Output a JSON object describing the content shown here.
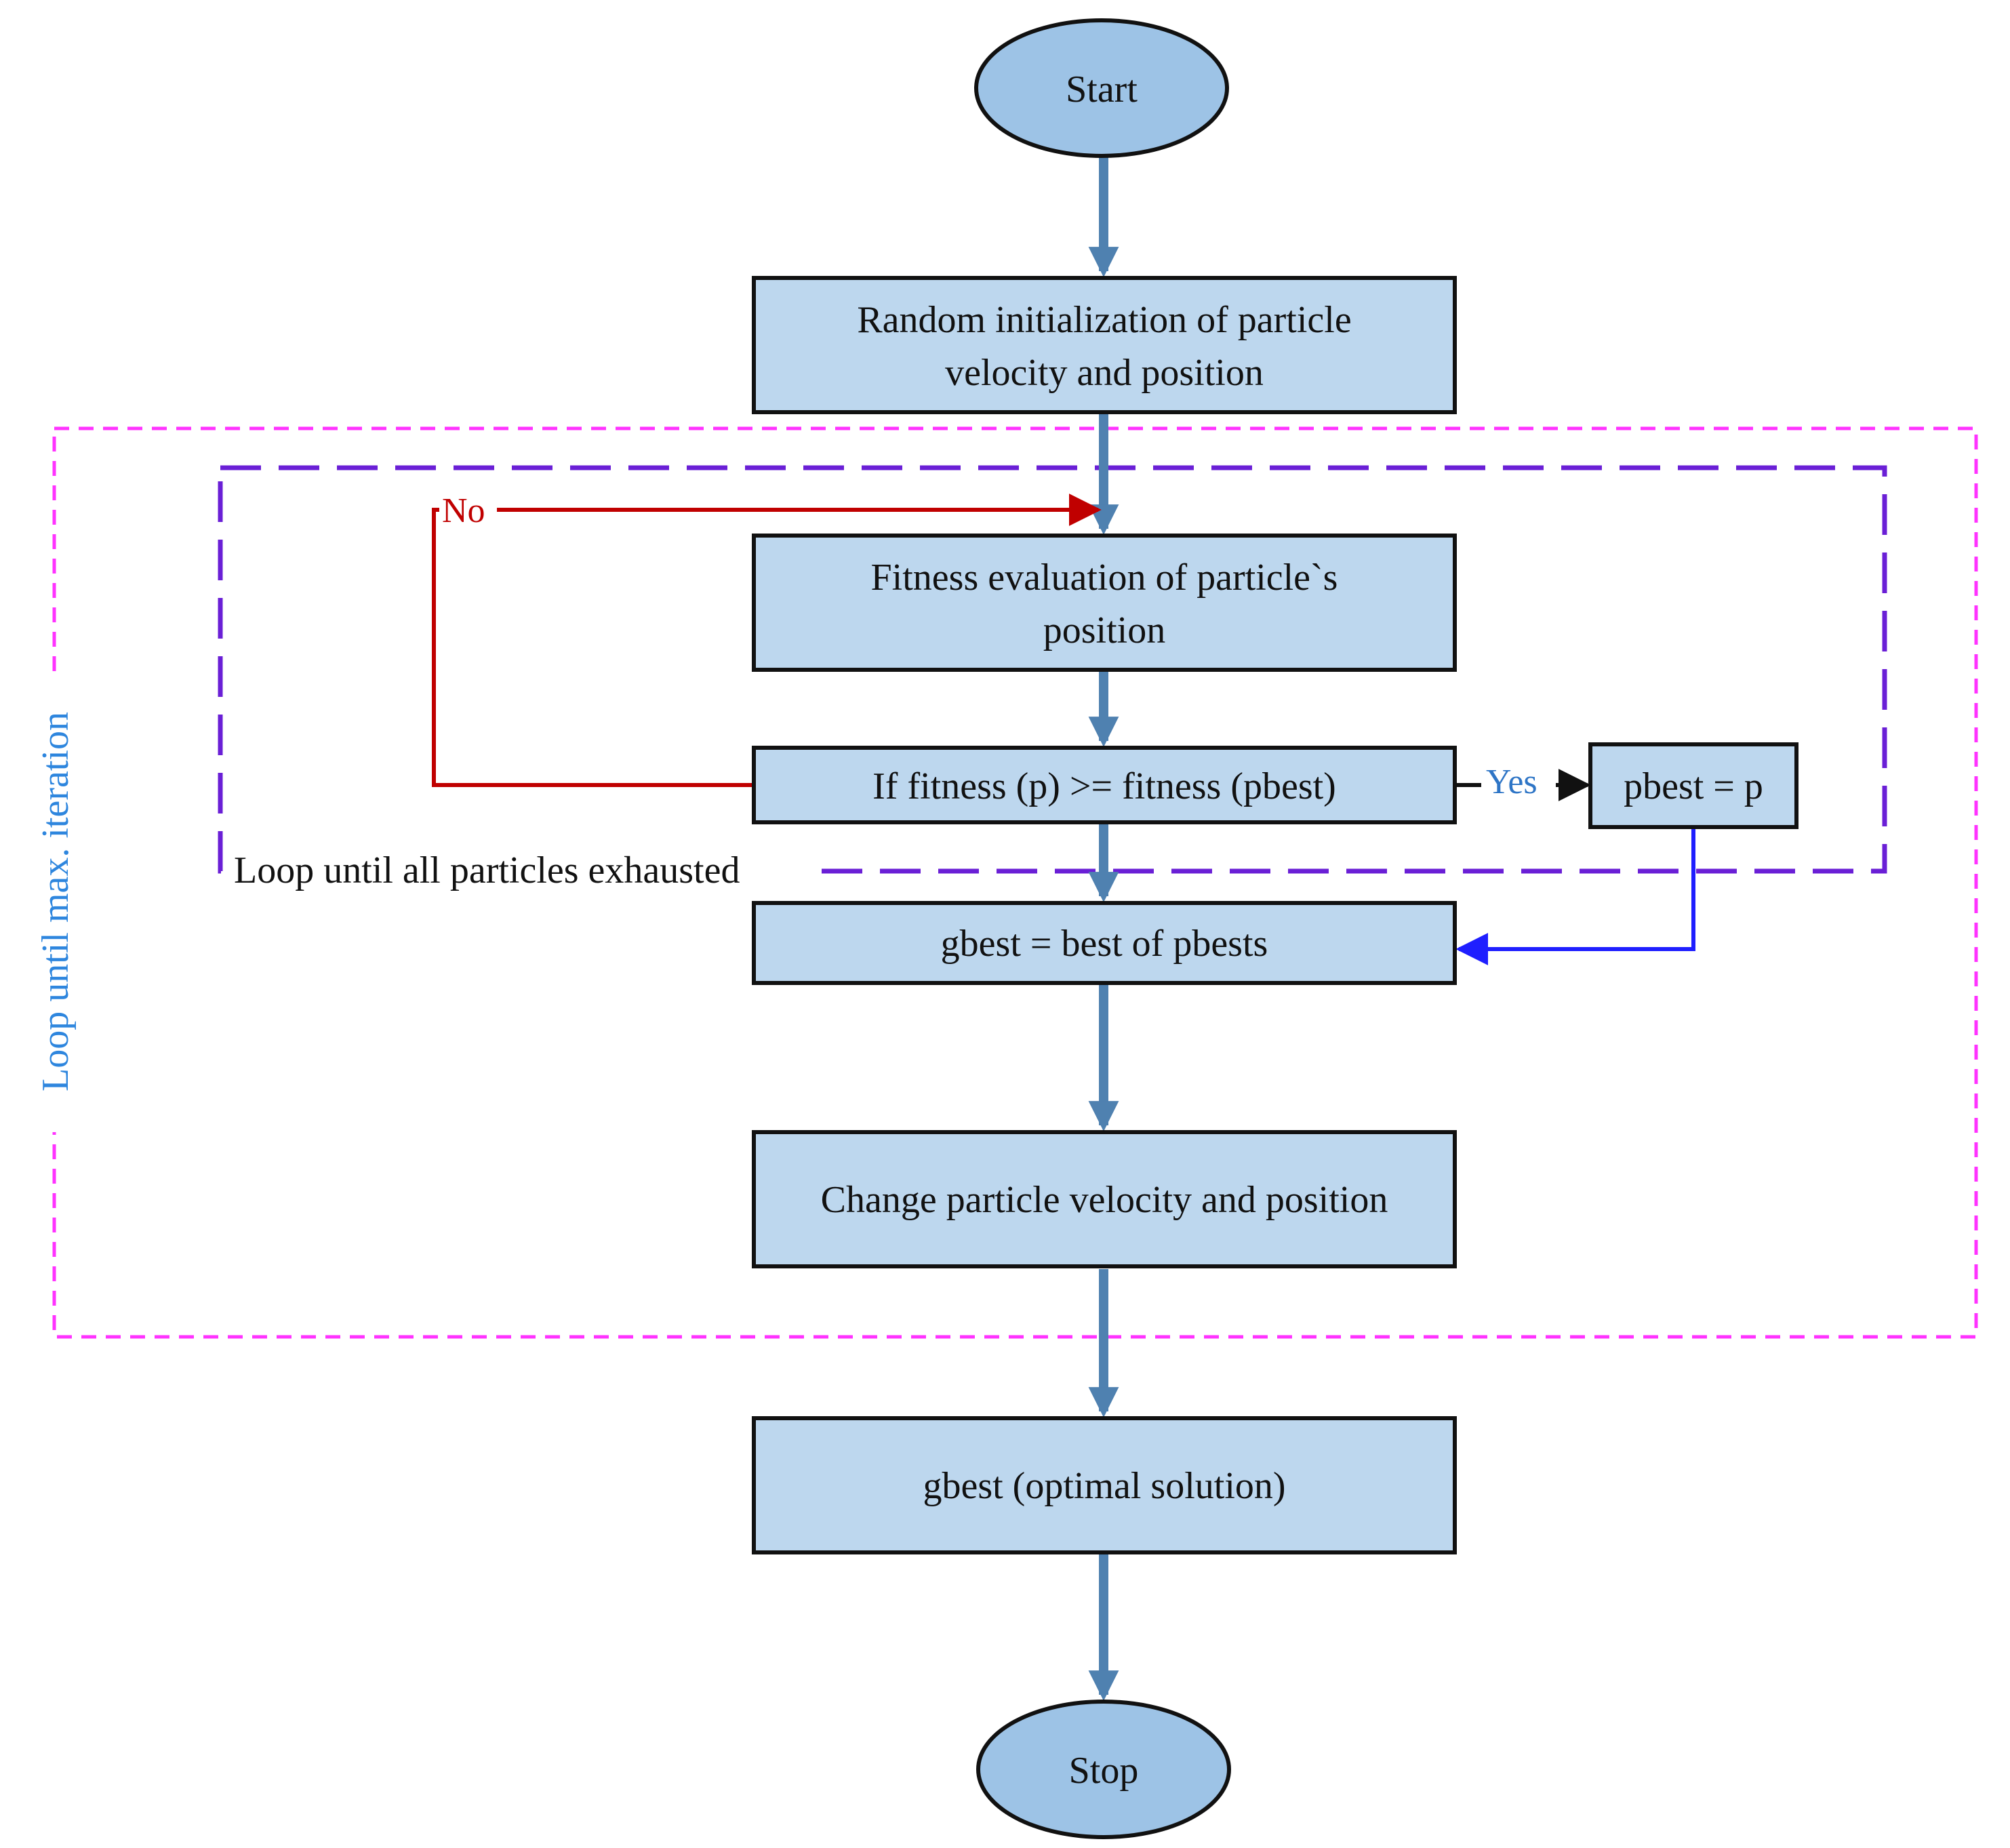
{
  "nodes": {
    "start": "Start",
    "init": [
      "Random initialization of particle",
      "velocity and position"
    ],
    "fitness": [
      "Fitness evaluation of particle`s",
      "position"
    ],
    "decision": "If fitness (p) >= fitness (pbest)",
    "pbest": "pbest = p",
    "gbest": "gbest = best of pbests",
    "change": "Change particle velocity and position",
    "result": "gbest (optimal solution)",
    "stop": "Stop"
  },
  "edges": {
    "no_label": "No",
    "yes_label": "Yes"
  },
  "loops": {
    "inner": "Loop until all particles exhausted",
    "outer": "Loop until max. iteration"
  },
  "colors": {
    "node_fill": "#bdd7ee",
    "node_stroke": "#111111",
    "terminal_fill": "#9dc3e6",
    "main_arrow": "#4f81b0",
    "no_arrow": "#c00000",
    "yes_text": "#2e75c6",
    "gbest_arrow": "#1f1fff",
    "inner_loop": "#6a1fd6",
    "outer_loop": "#ff33ff",
    "outer_text": "#2e86de"
  }
}
